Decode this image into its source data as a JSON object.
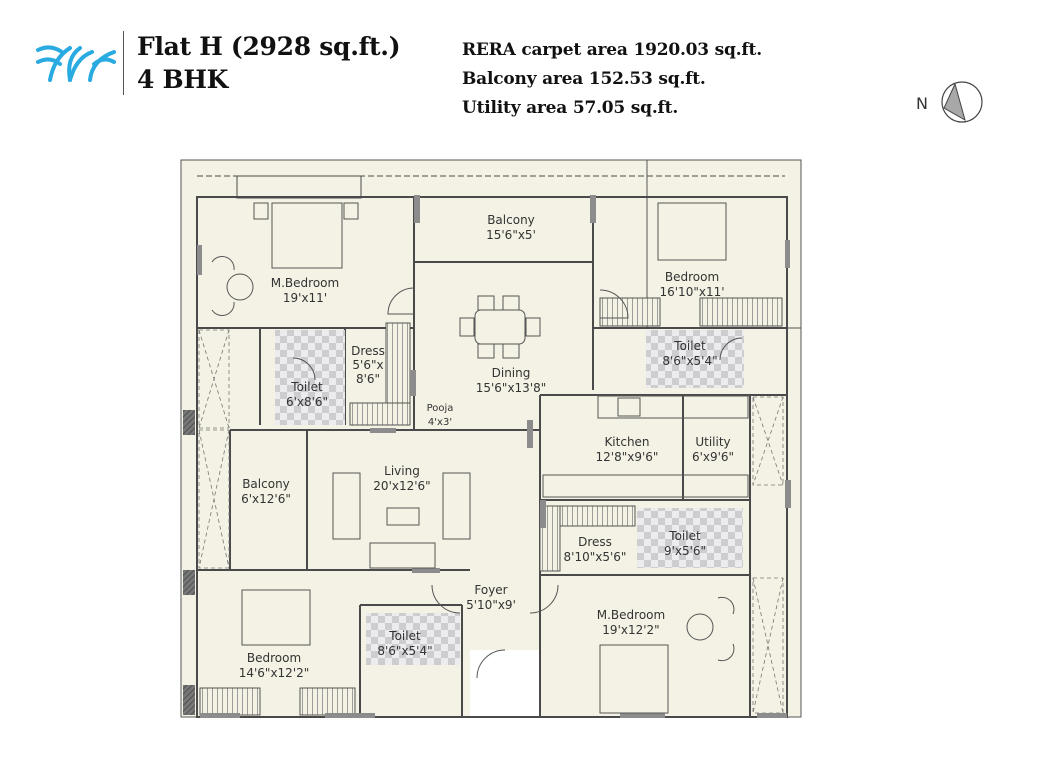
{
  "header": {
    "title_line1": "Flat H (2928 sq.ft.)",
    "title_line2": "4 BHK",
    "logo_icon": "brand-logo-icon",
    "brand_color": "#29abe2",
    "areas": [
      "RERA carpet area 1920.03 sq.ft.",
      "Balcony area 152.53 sq.ft.",
      "Utility area 57.05 sq.ft."
    ]
  },
  "compass": {
    "label": "N",
    "icon": "north-compass-icon"
  },
  "colors": {
    "floor": "#f4f2e4",
    "wall": "#4a4a4a",
    "column": "#8c8c8c",
    "tile_light": "#e8e8ea",
    "tile_dark": "#c9c9cc"
  },
  "rooms": [
    {
      "name": "M.Bedroom",
      "size": "19'x11'"
    },
    {
      "name": "Balcony",
      "size": "15'6\"x5'"
    },
    {
      "name": "Bedroom",
      "size": "16'10\"x11'"
    },
    {
      "name": "Dress",
      "size1": "5'6\"x",
      "size2": "8'6\""
    },
    {
      "name": "Toilet",
      "size": "6'x8'6\""
    },
    {
      "name": "Dining",
      "size": "15'6\"x13'8\""
    },
    {
      "name": "Pooja",
      "size": "4'x3'"
    },
    {
      "name": "Toilet",
      "size": "8'6\"x5'4\""
    },
    {
      "name": "Kitchen",
      "size": "12'8\"x9'6\""
    },
    {
      "name": "Utility",
      "size": "6'x9'6\""
    },
    {
      "name": "Balcony",
      "size": "6'x12'6\""
    },
    {
      "name": "Living",
      "size": "20'x12'6\""
    },
    {
      "name": "Dress",
      "size": "8'10\"x5'6\""
    },
    {
      "name": "Toilet",
      "size": "9'x5'6\""
    },
    {
      "name": "Foyer",
      "size": "5'10\"x9'"
    },
    {
      "name": "M.Bedroom",
      "size": "19'x12'2\""
    },
    {
      "name": "Bedroom",
      "size": "14'6\"x12'2\""
    },
    {
      "name": "Toilet",
      "size": "8'6\"x5'4\""
    }
  ]
}
